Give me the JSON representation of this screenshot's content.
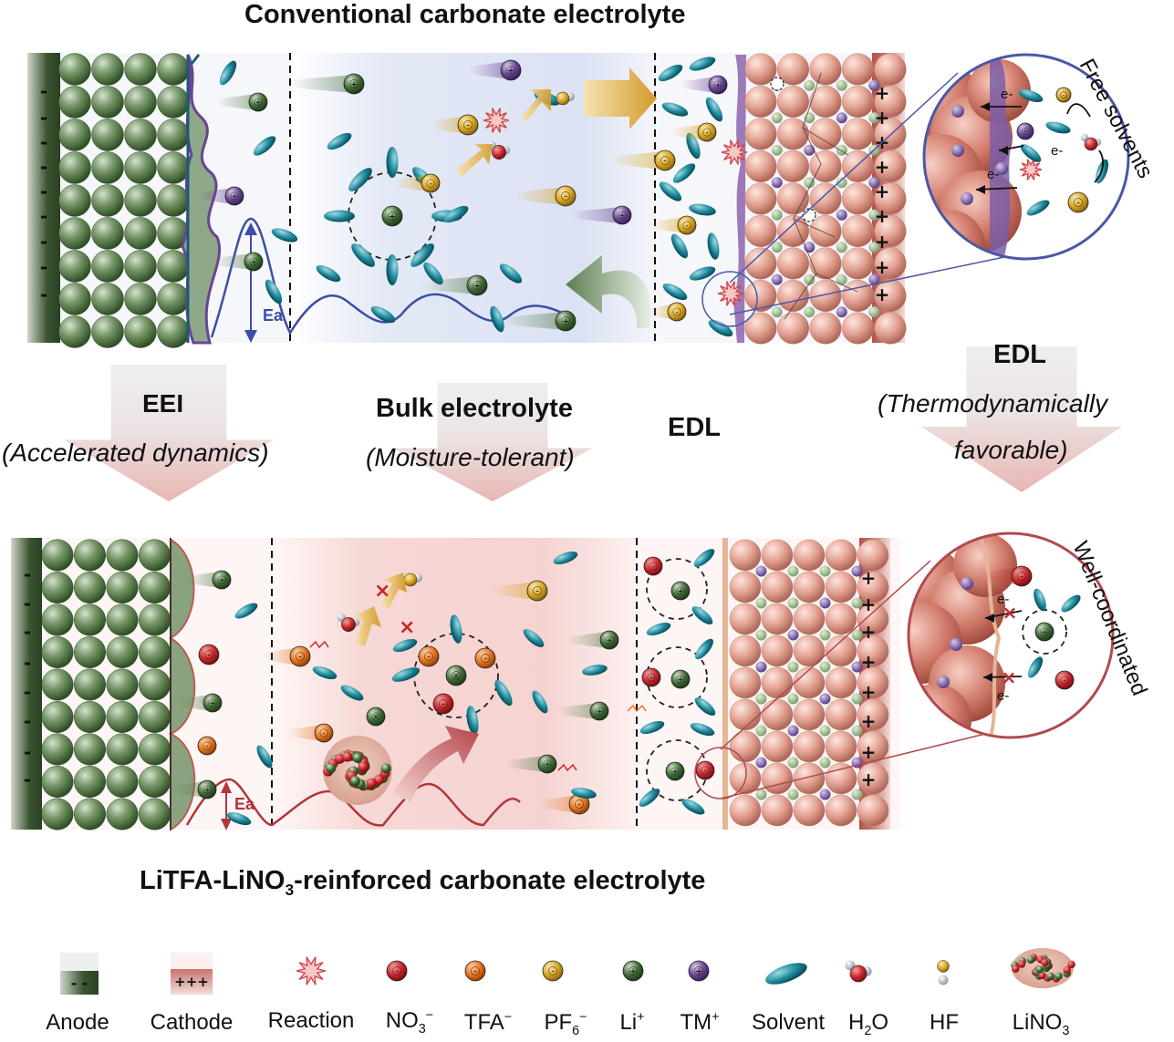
{
  "top_panel": {
    "title": "Conventional carbonate electrolyte",
    "inset_label": "Free solvents",
    "energy_label": "Ea",
    "electron_label": "e-"
  },
  "bottom_panel": {
    "title_main": "LiTFA-LiNO",
    "title_sub": "3",
    "title_rest": "-reinforced carbonate electrolyte",
    "inset_label": "Well-coordinated",
    "energy_label": "Ea",
    "electron_label": "e-"
  },
  "arrows": [
    {
      "id": "eei",
      "heading": "EEI",
      "subtitle": "(Accelerated dynamics)"
    },
    {
      "id": "bulk",
      "heading": "Bulk electrolyte",
      "subtitle": "(Moisture-tolerant)"
    },
    {
      "id": "edl-mid",
      "heading": "EDL",
      "subtitle": ""
    },
    {
      "id": "edl-right",
      "heading": "EDL",
      "subtitle_line1": "(Thermodynamically",
      "subtitle_line2": "favorable)"
    }
  ],
  "legend": [
    {
      "key": "anode",
      "label": "Anode",
      "icon": "anode-swatch-icon"
    },
    {
      "key": "cathode",
      "label": "Cathode",
      "icon": "cathode-swatch-icon"
    },
    {
      "key": "reaction",
      "label": "Reaction",
      "icon": "reaction-burst-icon"
    },
    {
      "key": "no3",
      "label": "NO",
      "sub": "3",
      "sup": "−",
      "icon": "nitrate-ion-icon",
      "color": "#c8262b"
    },
    {
      "key": "tfa",
      "label": "TFA",
      "sup": "−",
      "icon": "tfa-ion-icon",
      "color": "#e8731e"
    },
    {
      "key": "pf6",
      "label": "PF",
      "sub": "6",
      "sup": "−",
      "icon": "pf6-ion-icon",
      "color": "#d9a521"
    },
    {
      "key": "li",
      "label": "Li",
      "sup": "+",
      "icon": "lithium-ion-icon",
      "color": "#3f6b35"
    },
    {
      "key": "tm",
      "label": "TM",
      "sup": "+",
      "icon": "tm-ion-icon",
      "color": "#6a4592"
    },
    {
      "key": "solvent",
      "label": "Solvent",
      "icon": "solvent-molecule-icon",
      "color": "#1d8a9c"
    },
    {
      "key": "h2o",
      "label": "H",
      "sub": "2",
      "rest": "O",
      "icon": "water-molecule-icon"
    },
    {
      "key": "hf",
      "label": "HF",
      "icon": "hf-molecule-icon"
    },
    {
      "key": "lino3",
      "label": "LiNO",
      "sub": "3",
      "icon": "lino3-cluster-icon"
    }
  ],
  "signs": {
    "minus": "-",
    "plus": "+",
    "neutral": "×"
  }
}
